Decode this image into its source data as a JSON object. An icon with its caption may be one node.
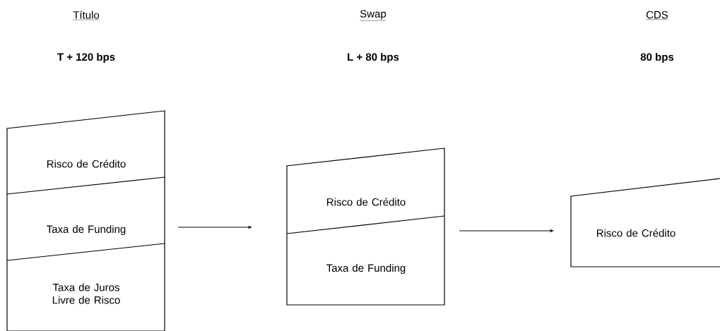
{
  "diagram": {
    "nodes": [
      {
        "text": [
          "Título",
          "T + 120 bps"
        ]
      },
      {
        "text": [
          "Risco de Crédito"
        ],
        "in": 0
      },
      {
        "text": [
          "Taxa de Funding"
        ],
        "in": 0
      },
      {
        "text": [
          "Taxa de Juros Livre de Risco"
        ],
        "in": 0
      },
      {
        "text": [
          "Swap",
          "L + 80 bps"
        ]
      },
      {
        "text": [
          "Risco de Crédito"
        ],
        "in": 4
      },
      {
        "text": [
          "Taxa de Funding"
        ],
        "in": 4
      },
      {
        "text": [
          "CDS",
          "80 bps"
        ]
      },
      {
        "text": [
          "Risco de Crédito"
        ],
        "in": 7
      }
    ],
    "edges": [
      {
        "from": 0,
        "to": 4,
        "arrow": "to"
      },
      {
        "from": 4,
        "to": 7,
        "arrow": "to"
      }
    ]
  }
}
